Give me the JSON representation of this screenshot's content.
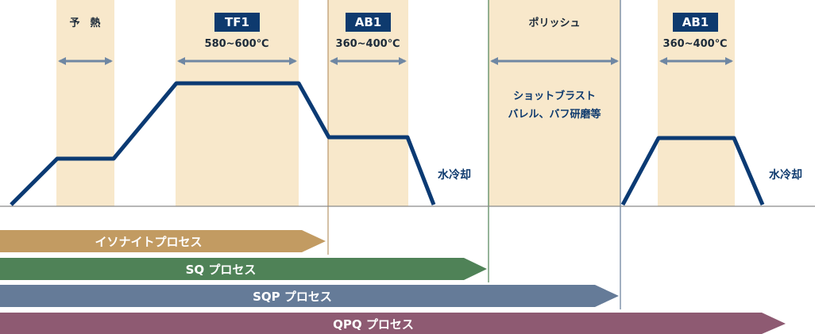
{
  "colors": {
    "band": "#f8e8cb",
    "navy": "#0e3a6e",
    "curve": "#0b3a73",
    "axis": "#8a8a8a",
    "arrow": "#6f87a3",
    "bar_isonite": "#c29b62",
    "bar_sq": "#4f8257",
    "bar_sqp": "#657b98",
    "bar_qpq": "#8e5a72"
  },
  "stages": {
    "preheat": "予　熱",
    "tf1_badge": "TF1",
    "tf1_temp": "580~600℃",
    "ab1_badge": "AB1",
    "ab1_temp": "360~400℃",
    "polish": "ポリッシュ",
    "polish_desc_1": "ショットブラスト",
    "polish_desc_2": "バレル、バフ研磨等",
    "ab1b_badge": "AB1",
    "ab1b_temp": "360~400℃",
    "water_cool_1": "水冷却",
    "water_cool_2": "水冷却"
  },
  "processes": {
    "isonite": "イソナイトプロセス",
    "sq": "SQ プロセス",
    "sqp": "SQP プロセス",
    "qpq": "QPQ プロセス"
  }
}
